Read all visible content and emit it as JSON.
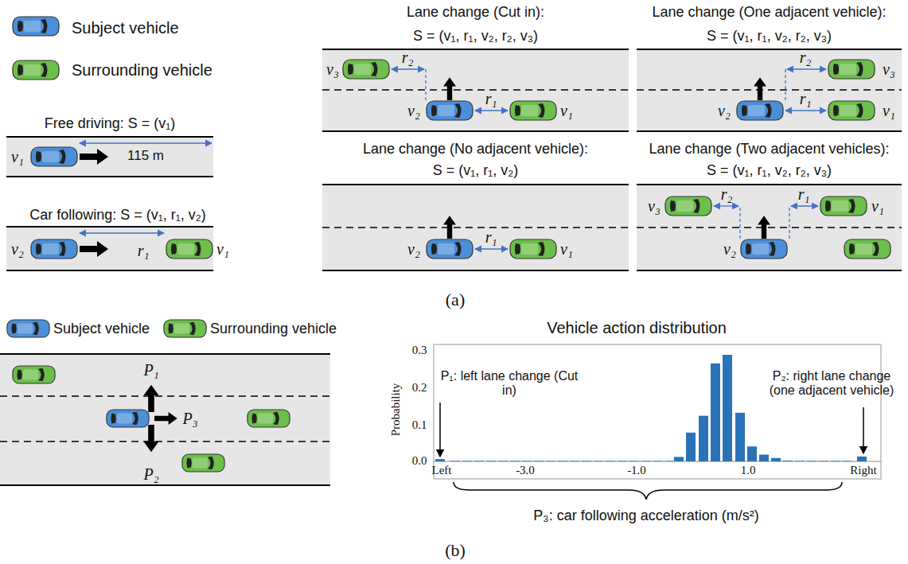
{
  "diagram": {
    "nodes": [
      {
        "text": [
          "Free driving: S = (v₁)"
        ]
      },
      {
        "text": [
          "Car following: S = (v₁, r₁, v₂)"
        ]
      },
      {
        "text": [
          "Lane change (Cut in): S = (v₁, r₁, v₂, r₂, v₃)"
        ]
      },
      {
        "text": [
          "Lane change (No adjacent vehicle): S = (v₁, r₁, v₂)"
        ]
      },
      {
        "text": [
          "Lane change (One adjacent vehicle): S = (v₁, r₁, v₂, r₂, v₃)"
        ]
      },
      {
        "text": [
          "Lane change (Two adjacent vehicles): S = (v₁, r₁, v₂, r₂, v₃)"
        ]
      }
    ],
    "labels": [
      "v₁",
      "115 m",
      "v₂",
      "r₁",
      "v₁",
      "v₃",
      "r₂",
      "r₁",
      "v₂",
      "v₁",
      "r₁",
      "v₂",
      "v₁",
      "r₂",
      "v₃",
      "v₂",
      "r₁",
      "v₁",
      "v₃",
      "r₂",
      "r₁",
      "v₁",
      "v₂",
      "(a)",
      "P₁",
      "P₃",
      "P₂",
      "Vehicle action distribution",
      "0.3",
      "0.2",
      "0.1",
      "0.0",
      "Probability",
      "P₁: left lane change (Cut in)",
      "P₂: right lane change (one adjacent vehicle)",
      "Left",
      "-3.0",
      "-1.0",
      "1.0",
      "Right",
      "P₃: car following acceleration (m/s²)",
      "(b)"
    ],
    "legend": [
      {
        "text": "Subject vehicle"
      },
      {
        "text": "Surrounding vehicle"
      },
      {
        "text": "Subject vehicle"
      },
      {
        "text": "Surrounding vehicle"
      }
    ]
  }
}
